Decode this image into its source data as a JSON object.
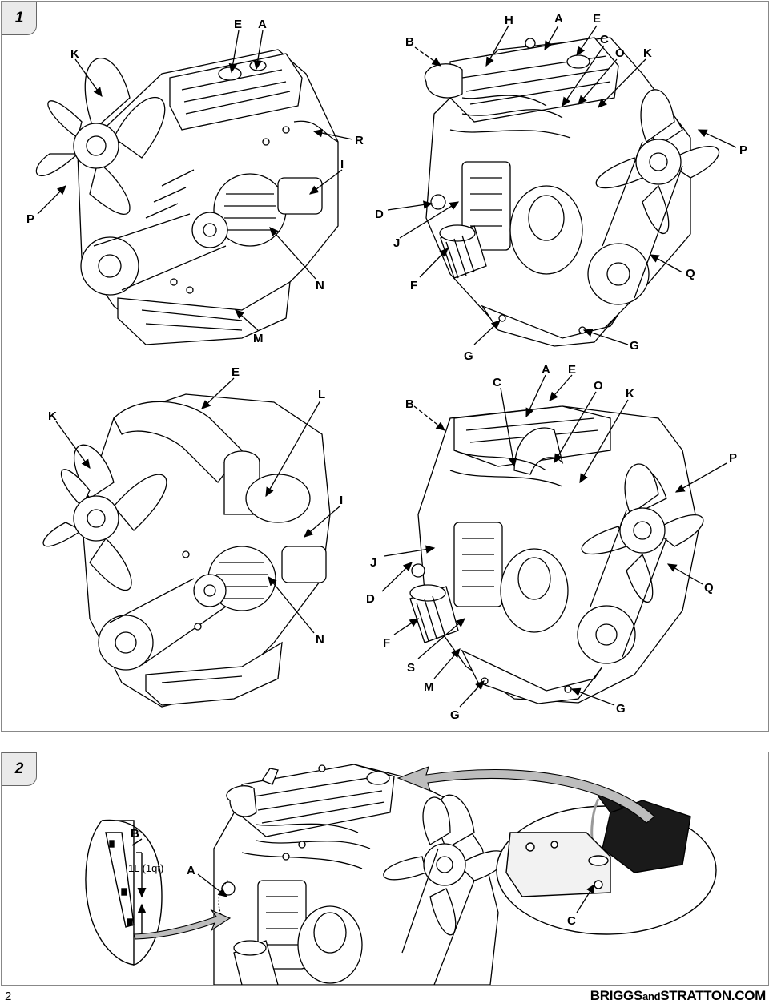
{
  "figures": [
    {
      "number": "1",
      "callouts": [
        "A",
        "B",
        "C",
        "D",
        "E",
        "F",
        "G",
        "H",
        "I",
        "J",
        "K",
        "L",
        "M",
        "N",
        "O",
        "P",
        "Q",
        "R",
        "S"
      ]
    },
    {
      "number": "2",
      "callouts": [
        "A",
        "B",
        "C"
      ],
      "dipstick_label": "1L (1qt)"
    }
  ],
  "footer": {
    "page_number": "2",
    "brand_prefix": "BRIGGS",
    "brand_middle": "and",
    "brand_suffix": "STRATTON.COM"
  }
}
